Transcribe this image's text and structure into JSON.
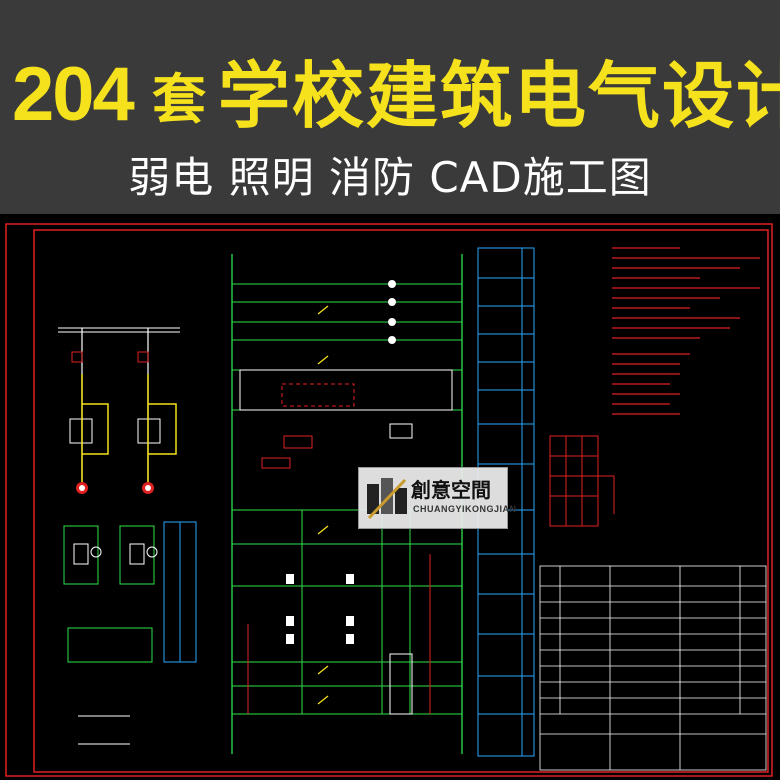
{
  "banner": {
    "count": "204",
    "count_unit": "套",
    "title": "学校建筑电气设计",
    "subtitle": "弱电 照明 消防 CAD施工图",
    "accent_color": "#f6e21c",
    "background_color": "#3a3a3a"
  },
  "watermark": {
    "name_cn": "創意空間",
    "name_en": "CHUANGYIKONGJIAN"
  },
  "drawing": {
    "line_colors": {
      "frame": "#e02020",
      "wire": "#2fe04a",
      "component": "#ffffff",
      "contact": "#f2e11a",
      "table": "#2aa6ff"
    }
  }
}
